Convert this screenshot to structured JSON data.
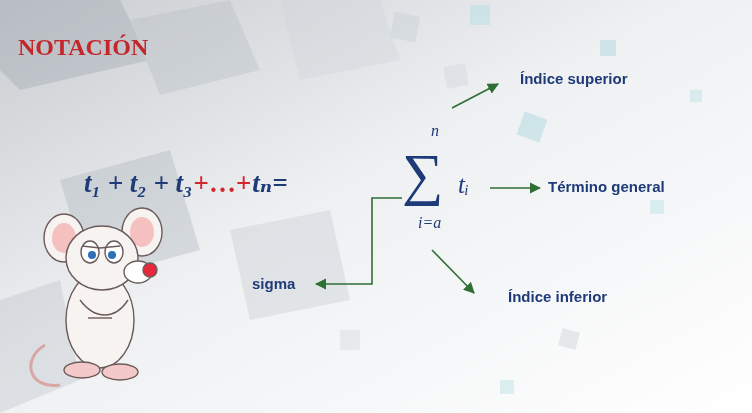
{
  "diagram": {
    "title": "NOTACIÓN",
    "labels": [
      "t₁ + t₂ + t₃",
      "+…+",
      "tₙ=",
      "∑",
      "n",
      "i=a",
      "tᵢ",
      "Índice superior",
      "Término general",
      "sigma",
      "Índice inferior"
    ]
  }
}
